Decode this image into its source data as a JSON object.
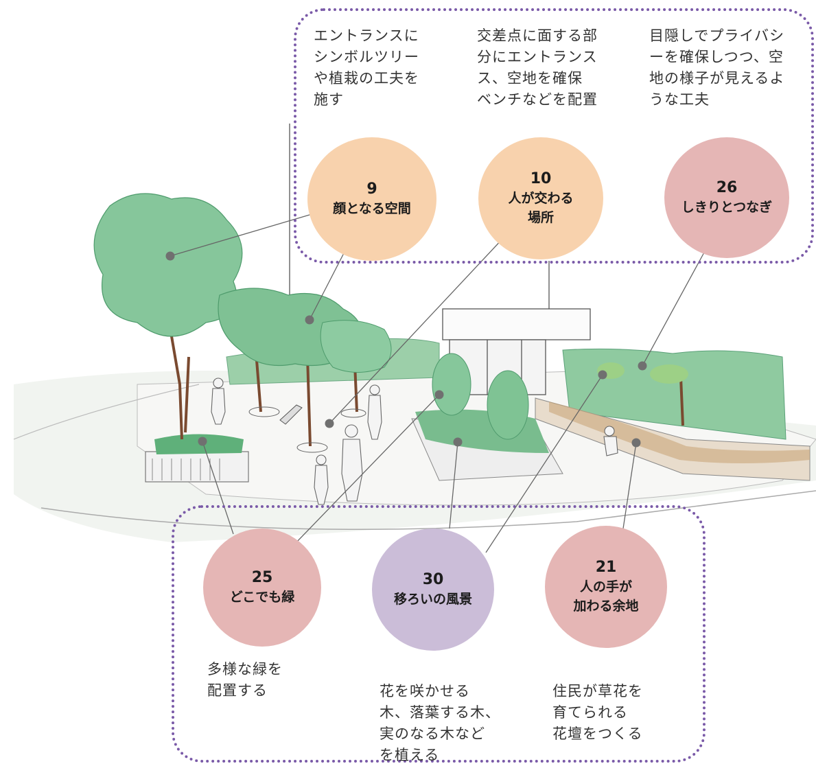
{
  "colors": {
    "peach": "#f8d2ad",
    "rose": "#e5b6b5",
    "lavender": "#cbbdd8",
    "frame": "#7a5aa8",
    "leader": "#666666",
    "dot": "#707070"
  },
  "top_group": {
    "items": [
      {
        "number": "9",
        "name": "顔となる空間",
        "color": "peach",
        "description": "エントランスに\nシンボルツリー\nや植栽の工夫を\n施す"
      },
      {
        "number": "10",
        "name": "人が交わる\n場所",
        "color": "peach",
        "description": "交差点に面する部\n分にエントランス\nス、空地を確保\nベンチなどを配置"
      },
      {
        "number": "26",
        "name": "しきりとつなぎ",
        "color": "rose",
        "description": "目隠しでプライバシ\nーを確保しつつ、空\n地の様子が見えるよ\nうな工夫"
      }
    ]
  },
  "bottom_group": {
    "items": [
      {
        "number": "25",
        "name": "どこでも緑",
        "color": "rose",
        "description": "多様な緑を\n配置する"
      },
      {
        "number": "30",
        "name": "移ろいの風景",
        "color": "lavender",
        "description": "花を咲かせる\n木、落葉する木、\n実のなる木など\nを植える"
      },
      {
        "number": "21",
        "name": "人の手が\n加わる余地",
        "color": "rose",
        "description": "住民が草花を\n育てられる\n花壇をつくる"
      }
    ]
  },
  "illustration": {
    "subject": "landscape-sketch-entrance-plaza"
  }
}
